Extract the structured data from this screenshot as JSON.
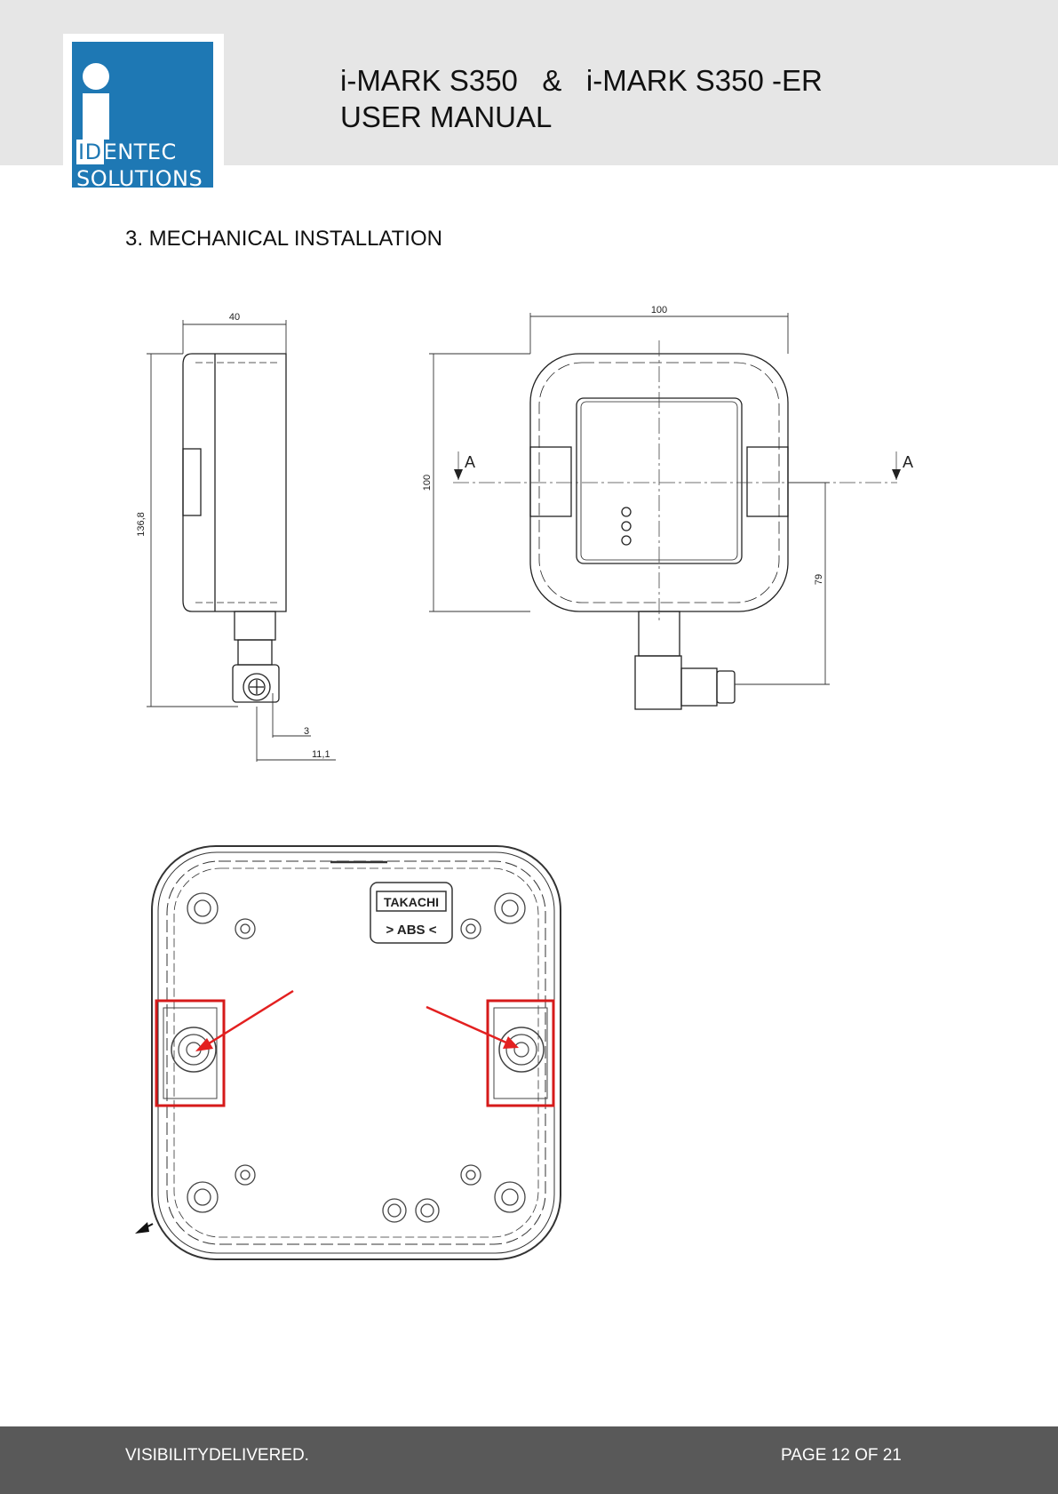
{
  "header": {
    "logo_line1_id": "ID",
    "logo_line1_rest": "ENTEC",
    "logo_line2": "SOLUTIONS",
    "title": "i-MARK S350   &   i-MARK S350 -ER",
    "subtitle": "USER MANUAL"
  },
  "section": {
    "heading": "3.  MECHANICAL INSTALLATION"
  },
  "drawing": {
    "side_width": "40",
    "side_height": "136,8",
    "side_offset_small": "3",
    "side_offset_large": "11,1",
    "front_width": "100",
    "front_height": "100",
    "front_connector_height": "79",
    "section_mark_left": "A",
    "section_mark_right": "A",
    "back_label_brand": "TAKACHI",
    "back_label_material": "> ABS <"
  },
  "footer": {
    "left": "VISIBILITYDELIVERED.",
    "right": "PAGE 12 OF 21"
  }
}
